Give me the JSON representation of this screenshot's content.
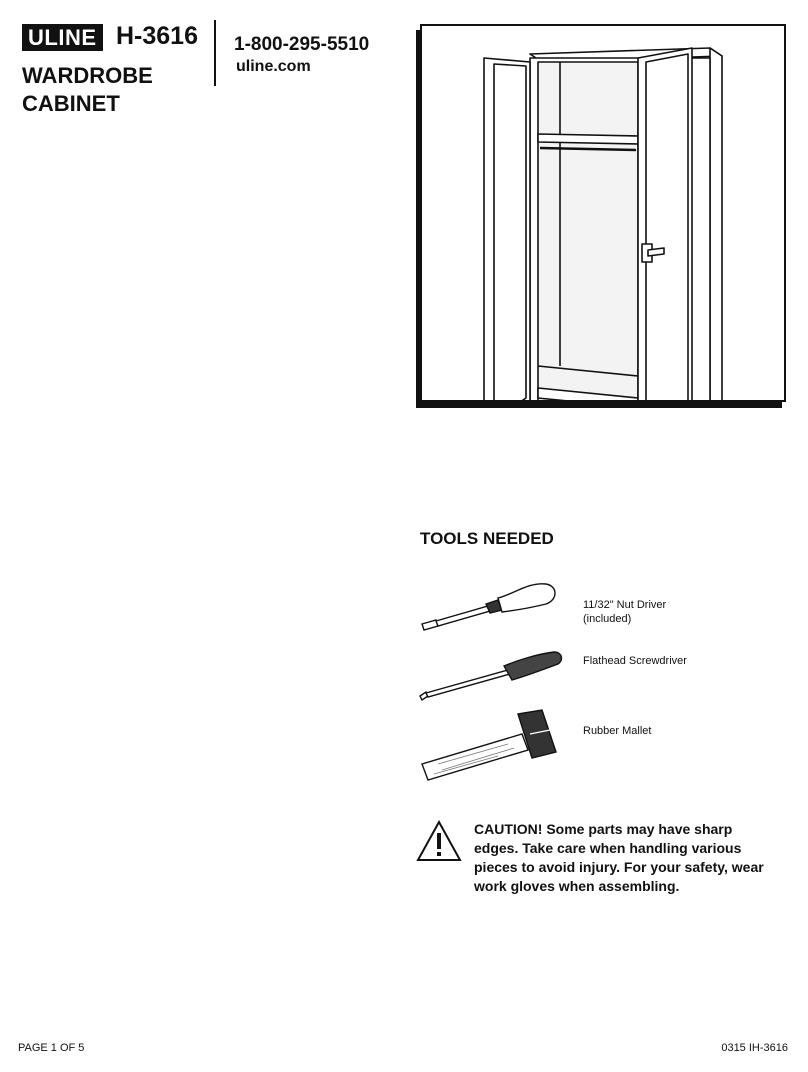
{
  "header": {
    "logo_text": "ULINE",
    "model": "H-3616",
    "title_line1": "WARDROBE",
    "title_line2": "CABINET",
    "phone": "1-800-295-5510",
    "website": "uline.com"
  },
  "product_image": {
    "icon": "wardrobe-cabinet-illustration"
  },
  "tools": {
    "heading": "TOOLS NEEDED",
    "items": [
      {
        "label_line1": "11/32\" Nut Driver",
        "label_line2": "(included)",
        "icon": "nut-driver-icon"
      },
      {
        "label_line1": "Flathead Screwdriver",
        "label_line2": "",
        "icon": "flathead-screwdriver-icon"
      },
      {
        "label_line1": "Rubber Mallet",
        "label_line2": "",
        "icon": "rubber-mallet-icon"
      }
    ]
  },
  "caution": {
    "icon": "warning-icon",
    "text": "CAUTION! Some parts may have sharp edges. Take care when handling various pieces to avoid injury. For your safety, wear work gloves when assembling."
  },
  "footer": {
    "page": "PAGE 1 OF 5",
    "code": "0315 IH-3616"
  }
}
